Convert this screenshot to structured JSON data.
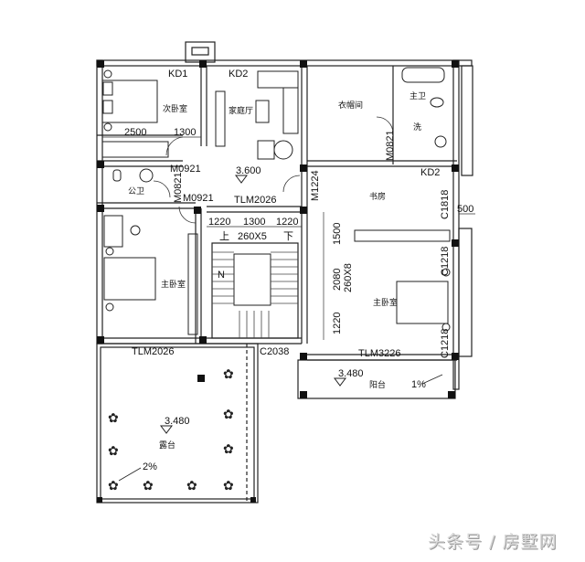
{
  "rooms": {
    "second_bedroom": "次卧室",
    "family_hall": "家庭厅",
    "closet": "衣帽间",
    "master_bath": "主卫",
    "wash": "洗",
    "public_bath": "公卫",
    "study": "书房",
    "master_bedroom_right": "主卧室",
    "master_bedroom_left": "主卧室",
    "balcony": "阳台",
    "terrace": "露台"
  },
  "codes": {
    "kd1": "KD1",
    "kd2_top": "KD2",
    "kd2_right": "KD2",
    "m0921_a": "M0921",
    "m0921_b": "M0921",
    "m0821_left": "M0821",
    "m0821_right": "M0821",
    "m1224": "M1224",
    "tlm2026_hall": "TLM2026",
    "tlm2026_bedroom": "TLM2026",
    "tlm3226": "TLM3226",
    "c2038": "C2038",
    "c1818": "C1818",
    "c1218_a": "C1218",
    "c1218_b": "C1218"
  },
  "dimensions": {
    "d2500": "2500",
    "d1300_top": "1300",
    "d1220_a": "1220",
    "d1300_stair": "1300",
    "d1220_b": "1220",
    "stair_steps": "260X5",
    "d1500": "1500",
    "d2080": "2080",
    "stair_steps_v": "260X8",
    "d1220_v": "1220",
    "d500": "500"
  },
  "stair": {
    "up": "上",
    "down": "下",
    "north": "N"
  },
  "elevations": {
    "hall": "3.600",
    "balcony": "3.480",
    "terrace": "3.480"
  },
  "slopes": {
    "balcony": "1%",
    "terrace": "2%"
  },
  "watermark": "头条号 / 房墅网"
}
